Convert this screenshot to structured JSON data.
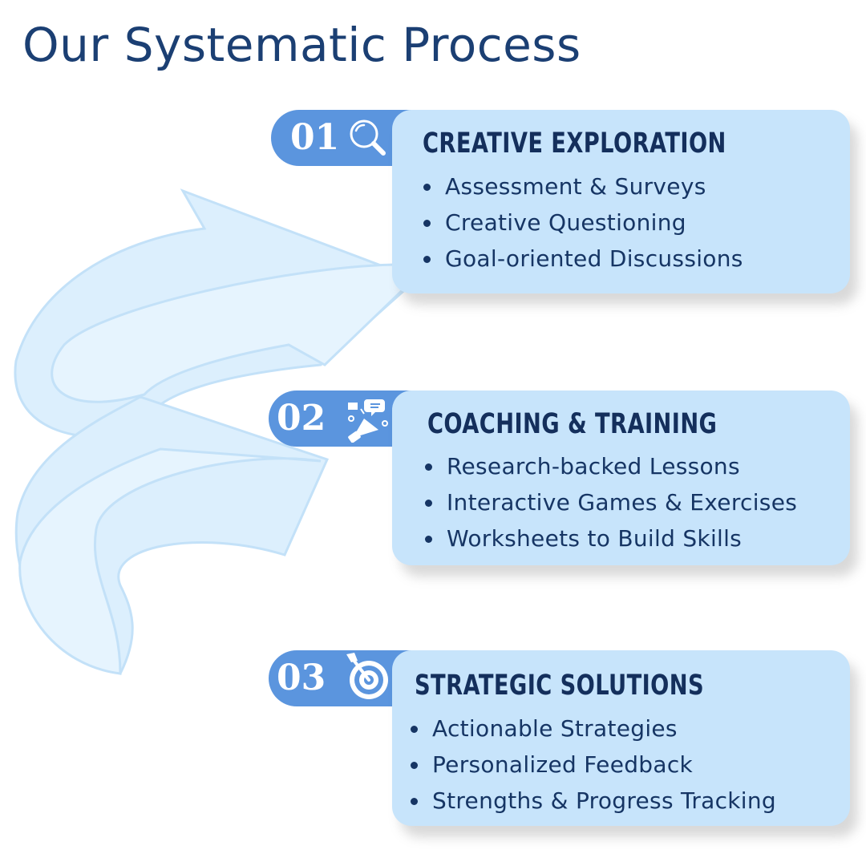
{
  "title": "Our Systematic Process",
  "colors": {
    "title": "#1b3f73",
    "pill": "#5b95de",
    "card": "#c7e4fb",
    "card_text": "#163564",
    "arrow": "#dceffd"
  },
  "steps": [
    {
      "number": "01",
      "icon": "magnifier-icon",
      "heading": "CREATIVE EXPLORATION",
      "items": [
        "Assessment & Surveys",
        "Creative Questioning",
        "Goal-oriented Discussions"
      ]
    },
    {
      "number": "02",
      "icon": "megaphone-icon",
      "heading": "COACHING & TRAINING",
      "items": [
        "Research-backed Lessons",
        "Interactive Games & Exercises",
        "Worksheets to Build Skills"
      ]
    },
    {
      "number": "03",
      "icon": "target-icon",
      "heading": "STRATEGIC SOLUTIONS",
      "items": [
        "Actionable Strategies",
        "Personalized Feedback",
        "Strengths & Progress Tracking"
      ]
    }
  ]
}
